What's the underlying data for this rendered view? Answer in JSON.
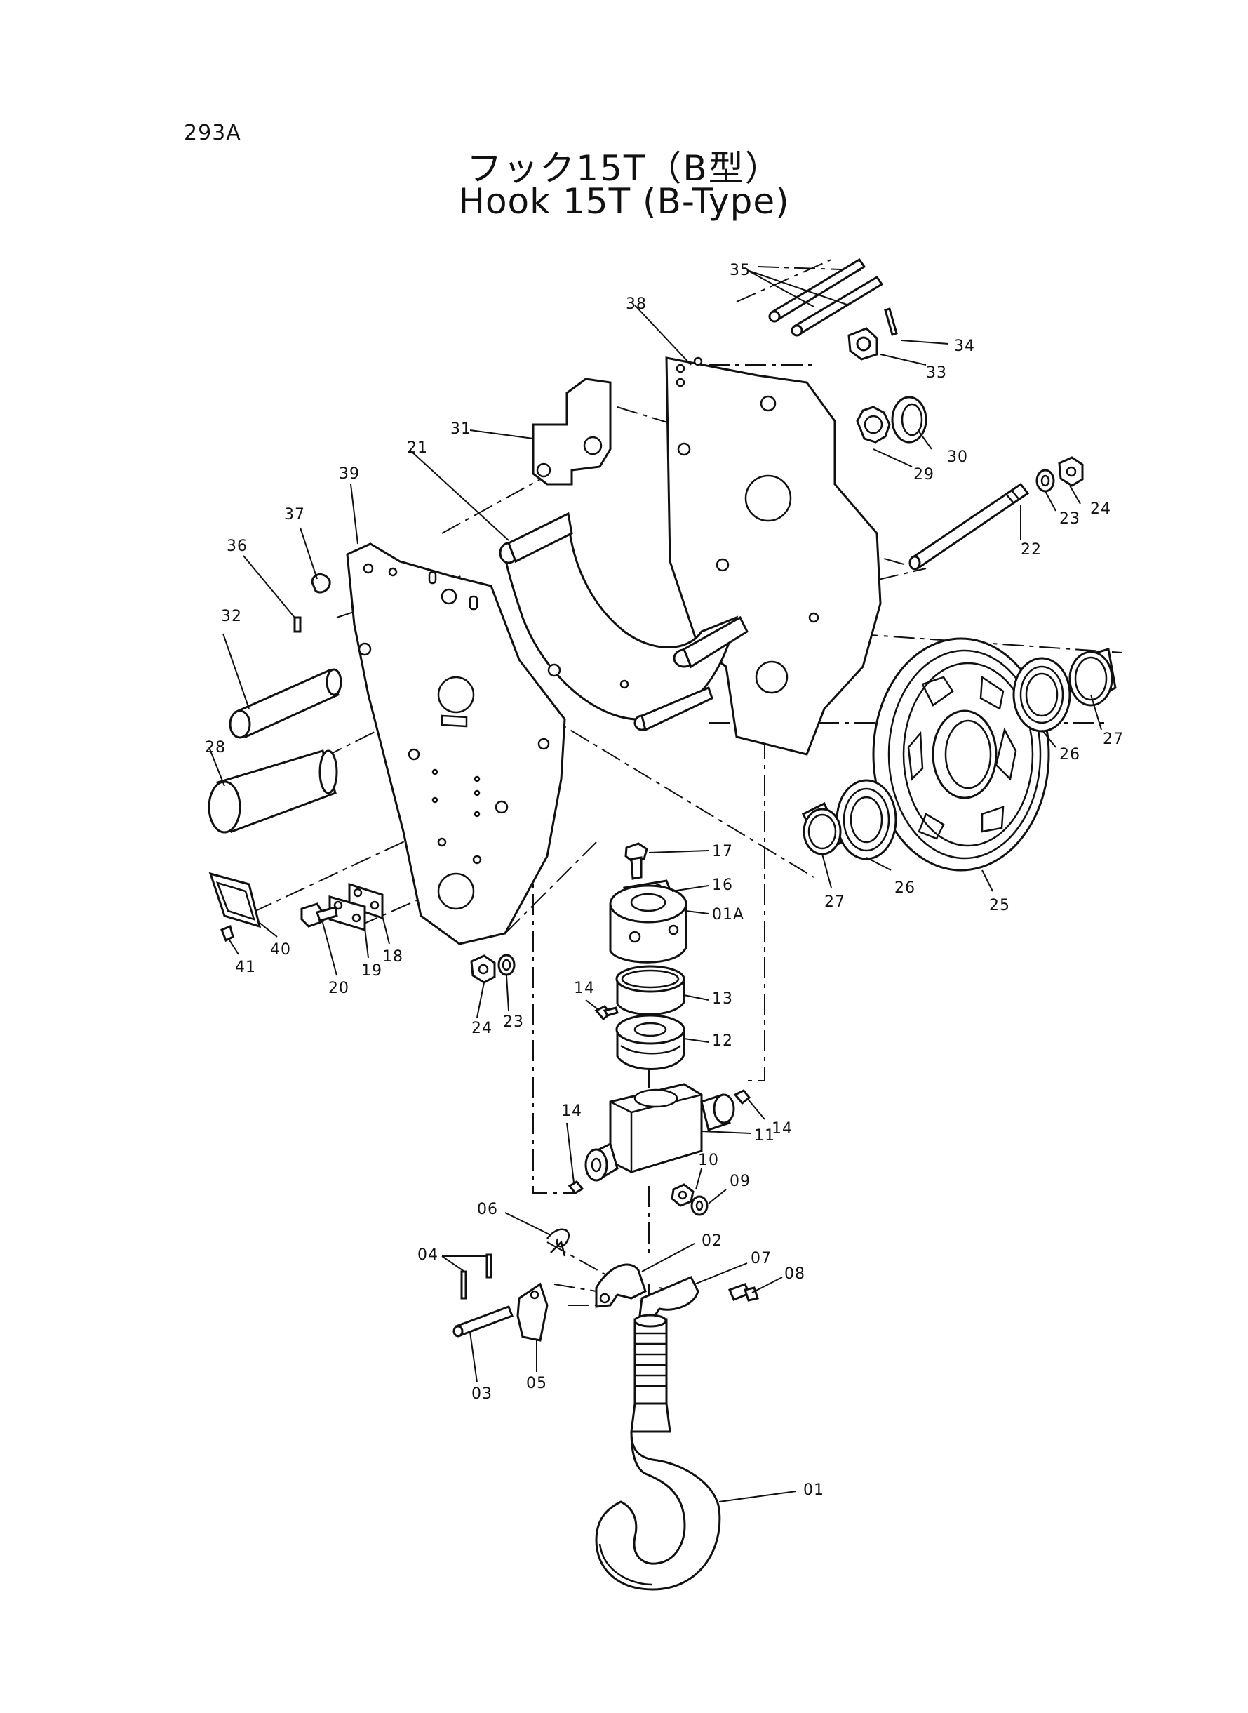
{
  "page_id": "293A",
  "title_jp": "フック15T（B型）",
  "title_en": "Hook 15T (B-Type)",
  "callouts": [
    "35",
    "38",
    "34",
    "33",
    "31",
    "30",
    "21",
    "29",
    "39",
    "24",
    "37",
    "23",
    "22",
    "36",
    "32",
    "27",
    "26",
    "28",
    "17",
    "16",
    "26",
    "27",
    "25",
    "01A",
    "40",
    "18",
    "41",
    "19",
    "20",
    "14",
    "13",
    "24",
    "23",
    "12",
    "14",
    "14",
    "11",
    "10",
    "09",
    "06",
    "04",
    "02",
    "07",
    "08",
    "05",
    "03",
    "01"
  ]
}
